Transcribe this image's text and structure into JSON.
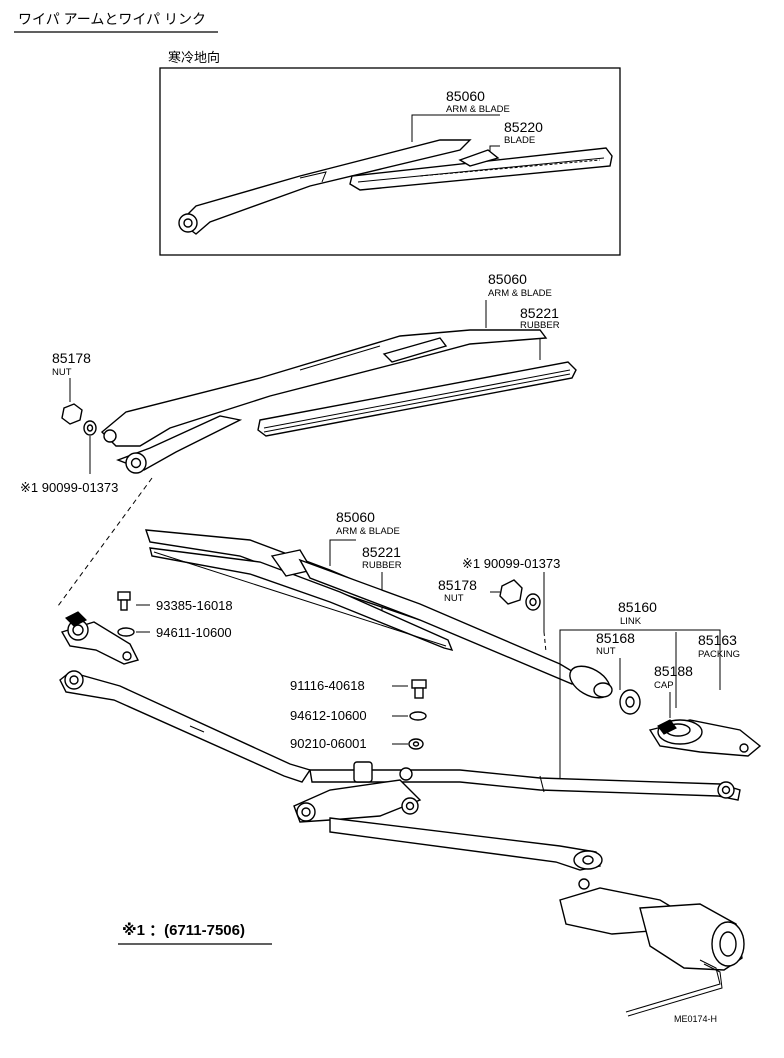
{
  "page": {
    "title": "ワイパ アームとワイパ リンク",
    "footnote": "※1 ：(6711-7506)",
    "ref_code": "ME0174-H"
  },
  "inset": {
    "title": "寒冷地向",
    "labels": [
      {
        "pn": "85060",
        "name": "ARM & BLADE"
      },
      {
        "pn": "85220",
        "name": "BLADE"
      }
    ]
  },
  "parts": {
    "arm_top_pn": "85060",
    "arm_top_name": "ARM & BLADE",
    "rubber_top_pn": "85221",
    "rubber_top_name": "RUBBER",
    "nut_left_pn": "85178",
    "nut_left_name": "NUT",
    "washer_left": "※1  90099-01373",
    "arm_mid_pn": "85060",
    "arm_mid_name": "ARM & BLADE",
    "rubber_mid_pn": "85221",
    "rubber_mid_name": "RUBBER",
    "washer_right": "※1  90099-01373",
    "nut_right_pn": "85178",
    "nut_right_name": "NUT",
    "bolt_1": "93385-16018",
    "washer_1": "94611-10600",
    "link_pn": "85160",
    "link_name": "LINK",
    "nut_link_pn": "85168",
    "nut_link_name": "NUT",
    "packing_pn": "85163",
    "packing_name": "PACKING",
    "cap_pn": "85188",
    "cap_name": "CAP",
    "bolt_2": "91116-40618",
    "washer_2": "94612-10600",
    "washer_3": "90210-06001"
  }
}
